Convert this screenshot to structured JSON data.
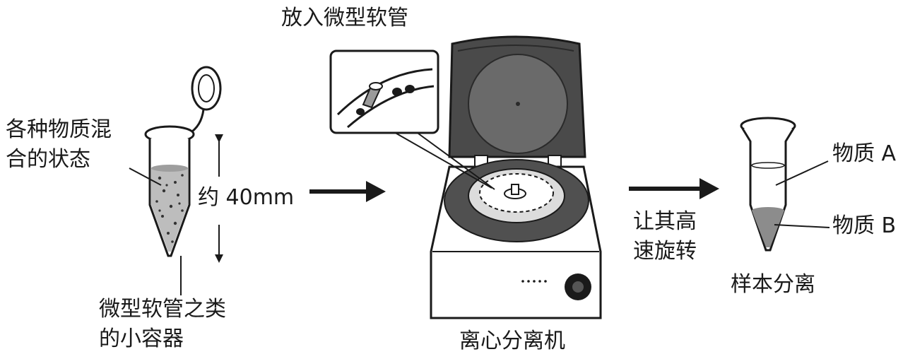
{
  "labels": {
    "mixture_line1": "各种物质混",
    "mixture_line2": "合的状态",
    "tube_line1": "微型软管之类",
    "tube_line2": "的小容器",
    "size": "约 40mm",
    "insert_tube": "放入微型软管",
    "centrifuge": "离心分离机",
    "spin_line1": "让其高",
    "spin_line2": "速旋转",
    "substance_a": "物质 A",
    "substance_b": "物质 B",
    "separation": "样本分离"
  },
  "icons": [
    "microtube-icon",
    "centrifuge-icon",
    "separated-tube-icon",
    "arrow-right-icon",
    "zoom-callout-icon"
  ],
  "colors": {
    "ink": "#1a1a1a",
    "lid": "#4a4a4a",
    "rotor_ring": "#505050",
    "sediment": "#8c8c8c"
  }
}
